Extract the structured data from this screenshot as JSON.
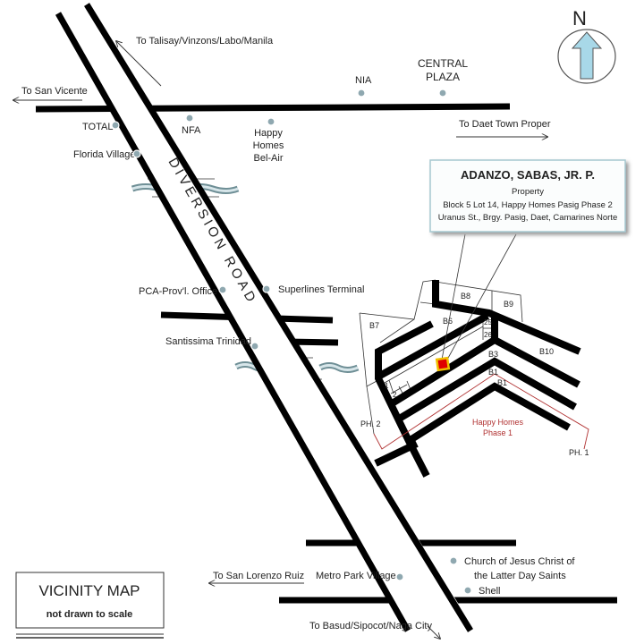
{
  "north_label": "N",
  "road_name": "DIVERSION ROAD",
  "directions": {
    "talisay": "To Talisay/Vinzons/Labo/Manila",
    "san_vicente": "To San Vicente",
    "daet": "To Daet Town Proper",
    "san_lorenzo": "To San Lorenzo Ruiz",
    "basud": "To Basud/Sipocot/Naga City"
  },
  "landmarks": {
    "total": "TOTAL",
    "nfa": "NFA",
    "nia": "NIA",
    "central_plaza": [
      "CENTRAL",
      "PLAZA"
    ],
    "happy_homes_belair": [
      "Happy",
      "Homes",
      "Bel-Air"
    ],
    "florida": "Florida Village",
    "pca": "PCA-Prov'l. Office",
    "superlines": "Superlines Terminal",
    "santissima": "Santissima Trinidad",
    "metro_park": "Metro Park Village",
    "church": [
      "Church of Jesus Christ of",
      "the Latter Day Saints"
    ],
    "shell": "Shell"
  },
  "property": {
    "owner": "ADANZO, SABAS, JR. P.",
    "label": "Property",
    "line1": "Block 5 Lot 14, Happy Homes Pasig Phase 2",
    "line2": "Uranus St., Brgy. Pasig, Daet, Camarines Norte"
  },
  "blocks": {
    "b1": "B1",
    "b1b": "B1",
    "b3": "B3",
    "b6": "B6",
    "b7": "B7",
    "b8": "B8",
    "b9": "B9",
    "b10": "B10",
    "l25": "25",
    "l26": "26",
    "l1": "1",
    "l2": "2"
  },
  "phases": {
    "ph1": "PH. 1",
    "ph2": "PH. 2",
    "hh1": [
      "Happy Homes",
      "Phase 1"
    ]
  },
  "legend": {
    "title": "VICINITY MAP",
    "subtitle": "not drawn to scale"
  },
  "colors": {
    "marker": "#e00000",
    "marker_border": "#f0c000",
    "phase_line": "#b03030",
    "north_arrow": "#a8d8e8"
  }
}
